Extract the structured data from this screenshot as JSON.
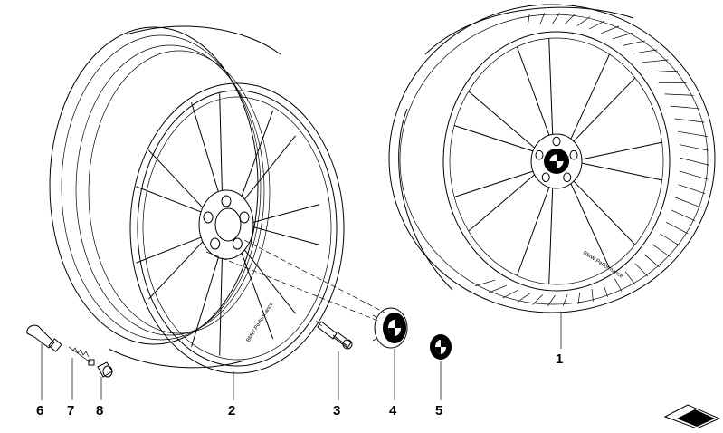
{
  "diagram": {
    "callouts": [
      {
        "id": "wheel-rim",
        "label": "2"
      },
      {
        "id": "complete-wheel",
        "label": "1"
      },
      {
        "id": "wheel-bolt",
        "label": "3"
      },
      {
        "id": "hub-cap",
        "label": "4"
      },
      {
        "id": "emblem",
        "label": "5"
      },
      {
        "id": "valve",
        "label": "6"
      },
      {
        "id": "valve-core",
        "label": "7"
      },
      {
        "id": "valve-cap",
        "label": "8"
      }
    ],
    "rim_lettering": {
      "main_wheel": "BMW Performance",
      "tire_wheel": "BMW Performance"
    }
  }
}
